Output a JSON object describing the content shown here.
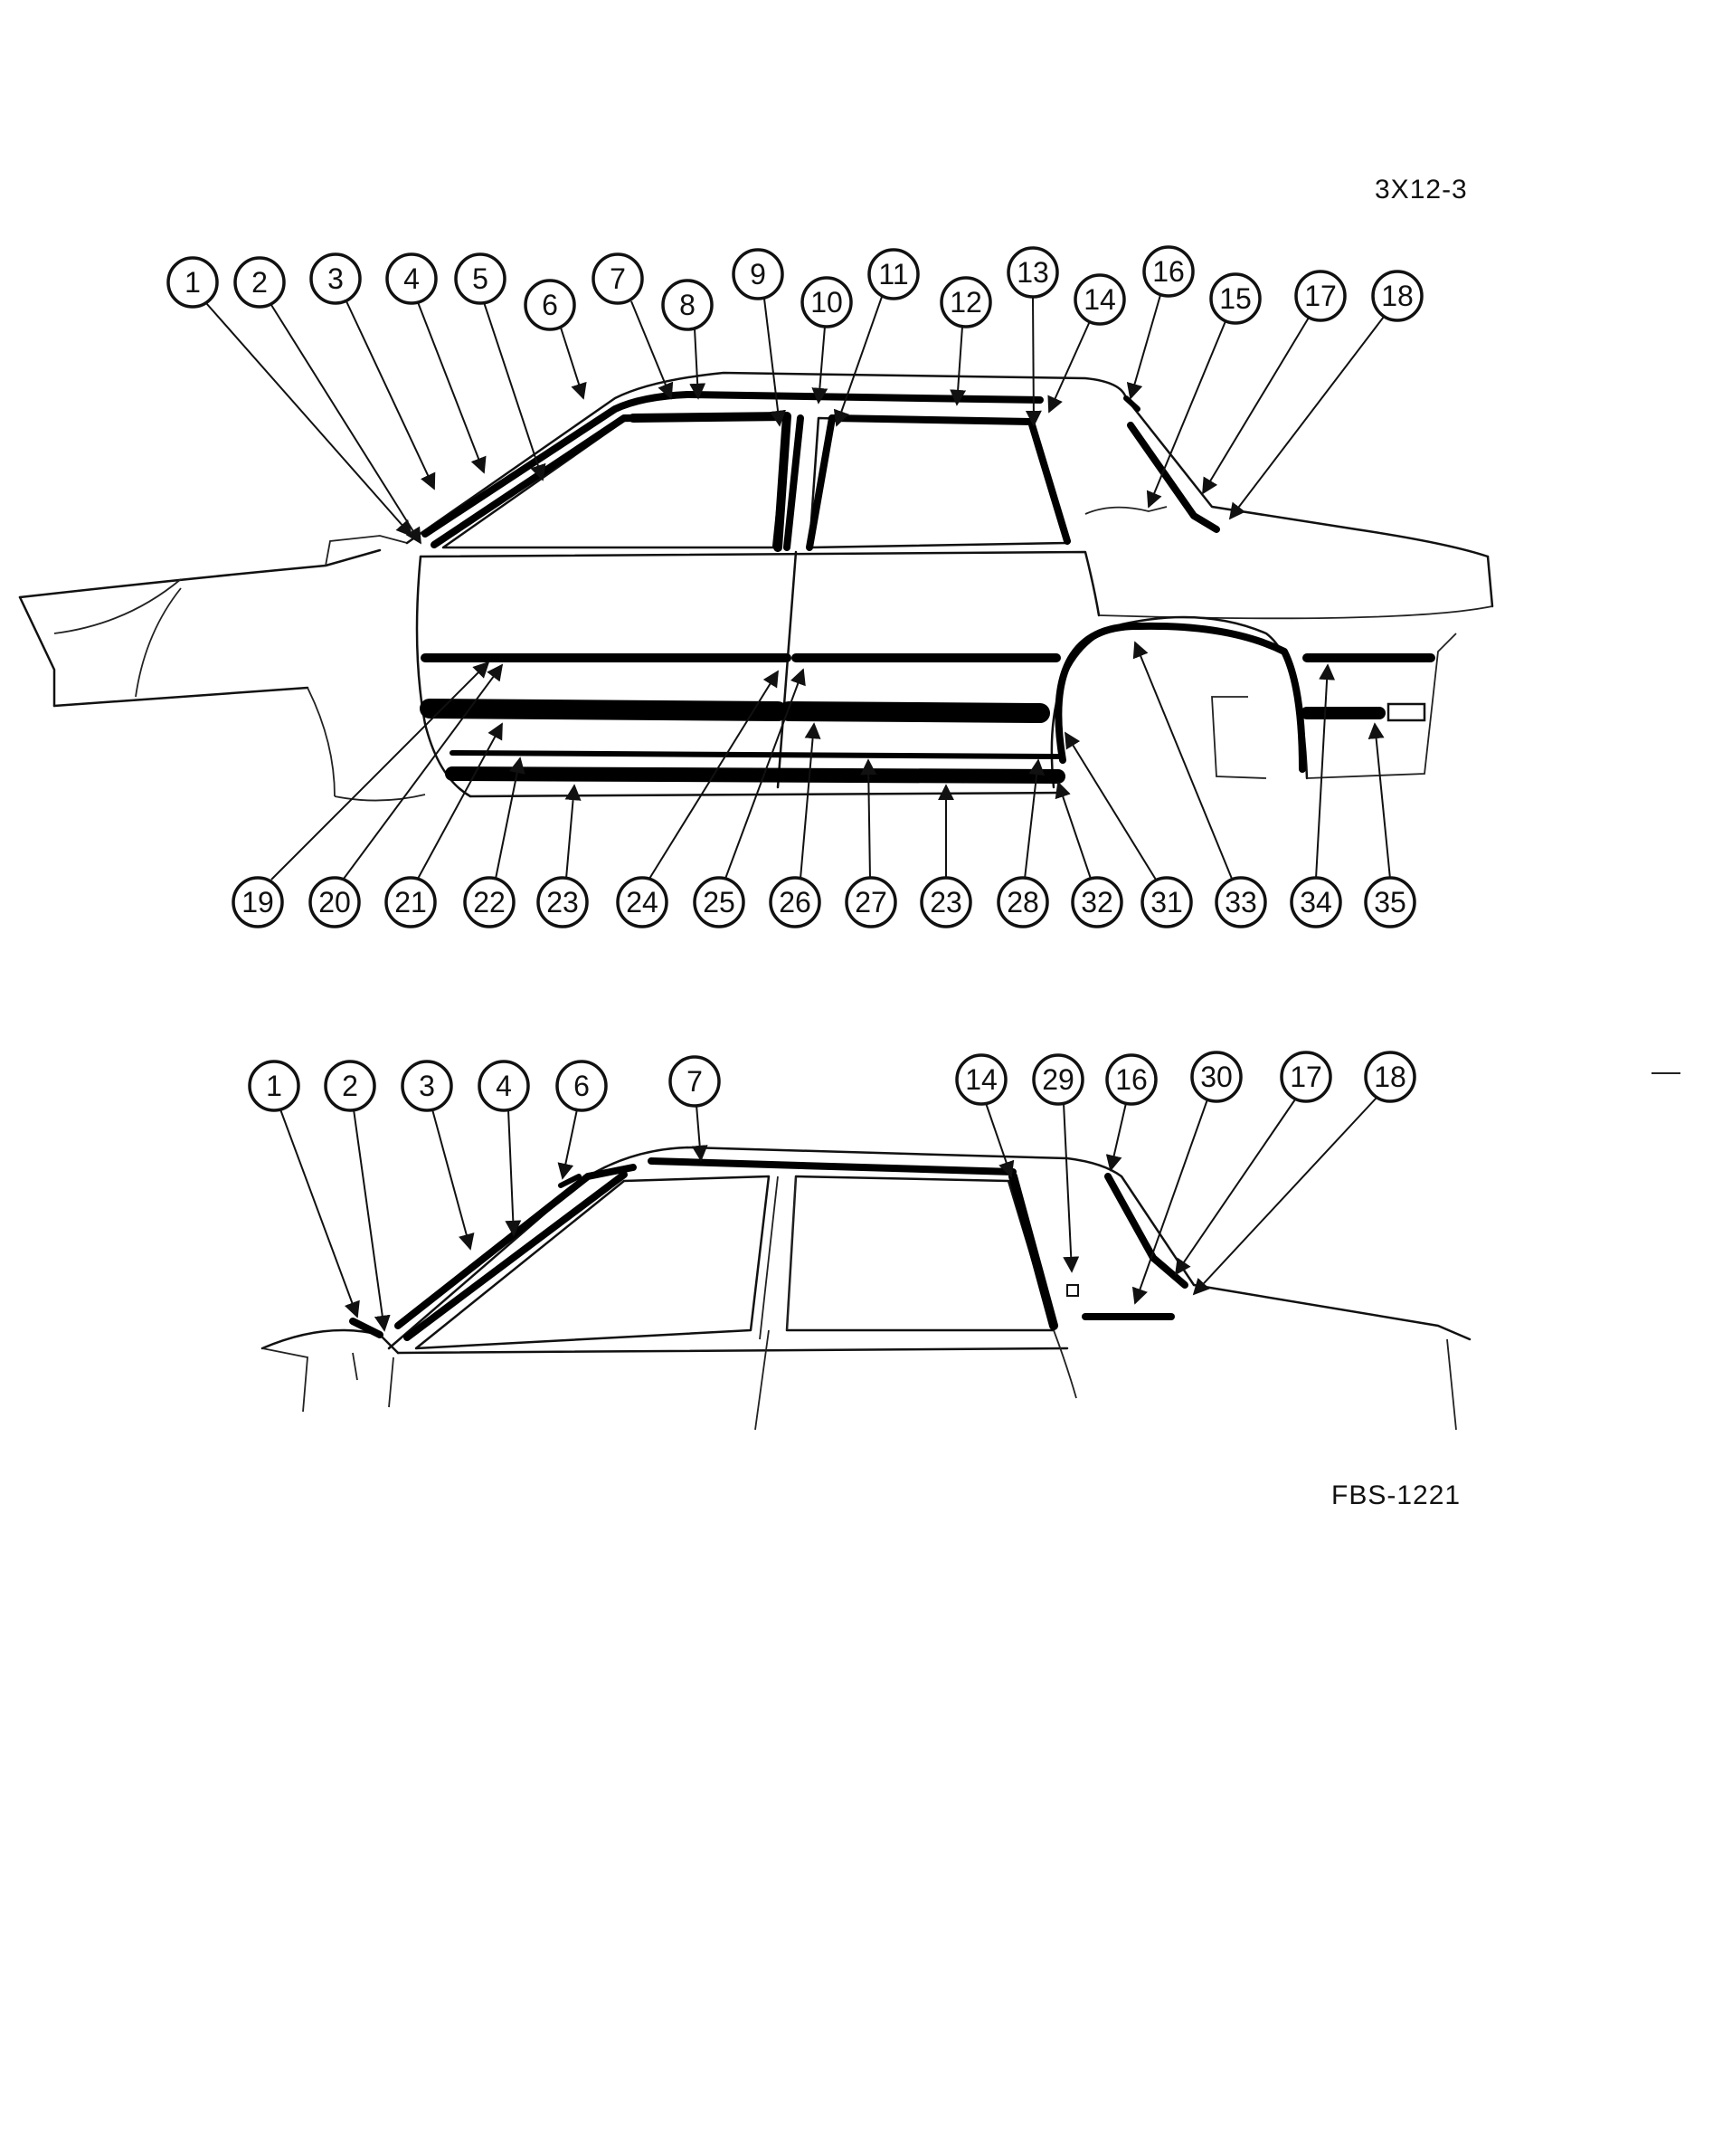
{
  "codes": {
    "top_right": "3X12-3",
    "bottom_right": "FBS-1221"
  },
  "upper_view": {
    "callouts_top": [
      "1",
      "2",
      "3",
      "4",
      "5",
      "6",
      "7",
      "8",
      "9",
      "10",
      "11",
      "12",
      "13",
      "14",
      "16",
      "15",
      "17",
      "18"
    ],
    "callouts_bottom": [
      "19",
      "20",
      "21",
      "22",
      "23",
      "24",
      "25",
      "26",
      "27",
      "23",
      "28",
      "32",
      "31",
      "33",
      "34",
      "35"
    ]
  },
  "lower_view": {
    "callouts": [
      "1",
      "2",
      "3",
      "4",
      "6",
      "7",
      "14",
      "29",
      "16",
      "30",
      "17",
      "18"
    ]
  }
}
